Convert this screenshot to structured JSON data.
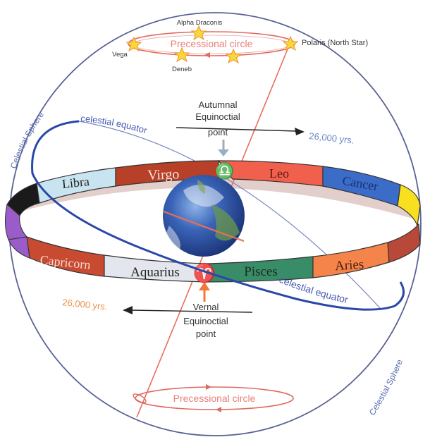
{
  "diagram": {
    "colors": {
      "sphere": "#5a6294",
      "equator": "#2a48a8",
      "equator_label": "#4a5cb4",
      "axis": "#e8705a",
      "precession": "#e06a60",
      "star_fill": "#f8d838",
      "star_stroke": "#f09030",
      "years_top": "#6a86c8",
      "years_bottom": "#f0904a",
      "vernal_arrow": "#f07838",
      "autumnal_arrow": "#9ab0c0"
    },
    "celestial_sphere_label_top": "Celestial Sphere",
    "celestial_sphere_label_bottom": "Celestial Sphere",
    "celestial_equator_label_top": "celestial equator",
    "celestial_equator_label_bottom": "celestial equator",
    "stars": {
      "alpha_draconis": "Alpha Draconis",
      "vega": "Vega",
      "deneb": "Deneb",
      "polaris": "Polaris (North Star)"
    },
    "precessional_circle_top": "Precessional circle",
    "precessional_circle_bottom": "Precessional circle",
    "autumnal_point": {
      "line1": "Autumnal",
      "line2": "Equinoctial",
      "line3": "point",
      "years": "26,000 yrs."
    },
    "vernal_point": {
      "line1": "Vernal",
      "line2": "Equinoctial",
      "line3": "point",
      "years": "26,000 yrs."
    },
    "zodiac": {
      "libra": "Libra",
      "virgo": "Virgo",
      "leo": "Leo",
      "cancer": "Cancer",
      "capricorn": "Capricorn",
      "aquarius": "Aquarius",
      "pisces": "Pisces",
      "aries": "Aries",
      "libra_symbol": "♎",
      "aries_symbol": "♈"
    }
  }
}
